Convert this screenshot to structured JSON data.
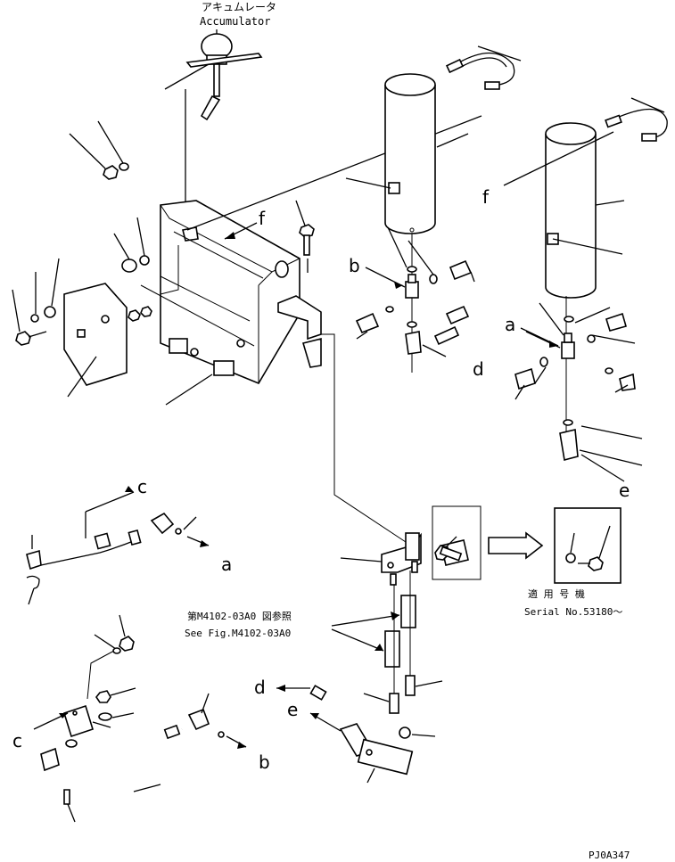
{
  "title": {
    "jp": "アキュムレータ",
    "en": "Accumulator"
  },
  "callouts": {
    "f1": "f",
    "f2": "f",
    "b": "b",
    "a1": "a",
    "d1": "d",
    "e1": "e",
    "c1": "c",
    "a2": "a",
    "c2": "c",
    "b2": "b",
    "d2": "d",
    "e2": "e"
  },
  "reference": {
    "jp": "第M4102-03A0 図参照",
    "en": "See Fig.M4102-03A0"
  },
  "serial": {
    "jp": "適 用 号 機",
    "en": "Serial No.53180～"
  },
  "drawing_code": "PJ0A347"
}
